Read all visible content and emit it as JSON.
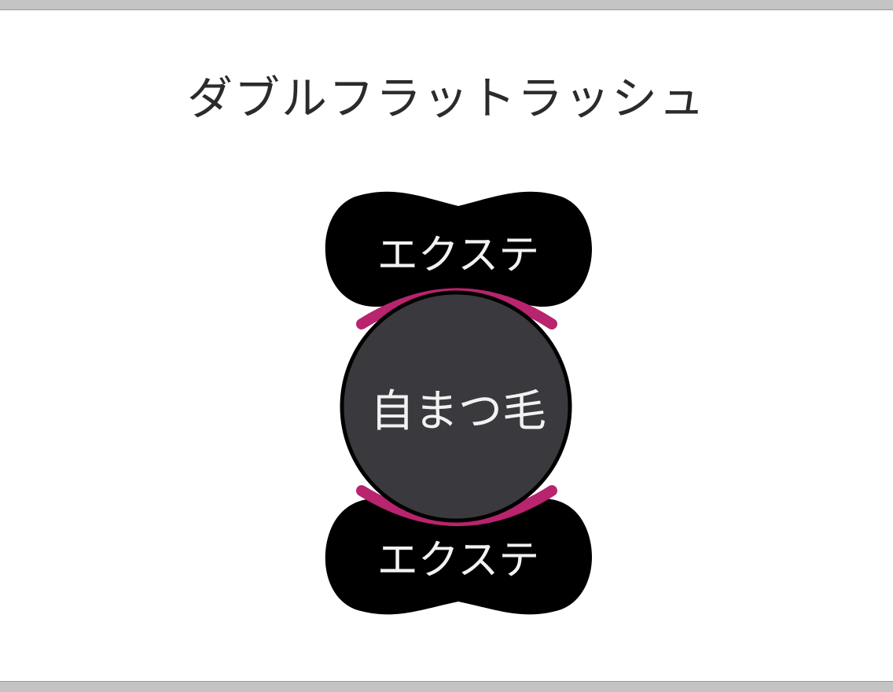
{
  "title": "ダブルフラットラッシュ",
  "labels": {
    "top_extension": "エクステ",
    "natural_lash": "自まつ毛",
    "bottom_extension": "エクステ"
  },
  "colors": {
    "extension_fill": "#000000",
    "natural_lash_fill": "#3a393d",
    "bond_stroke": "#b8246e",
    "label_text": "#f2f2f2",
    "title_text": "#2b2b2b"
  }
}
